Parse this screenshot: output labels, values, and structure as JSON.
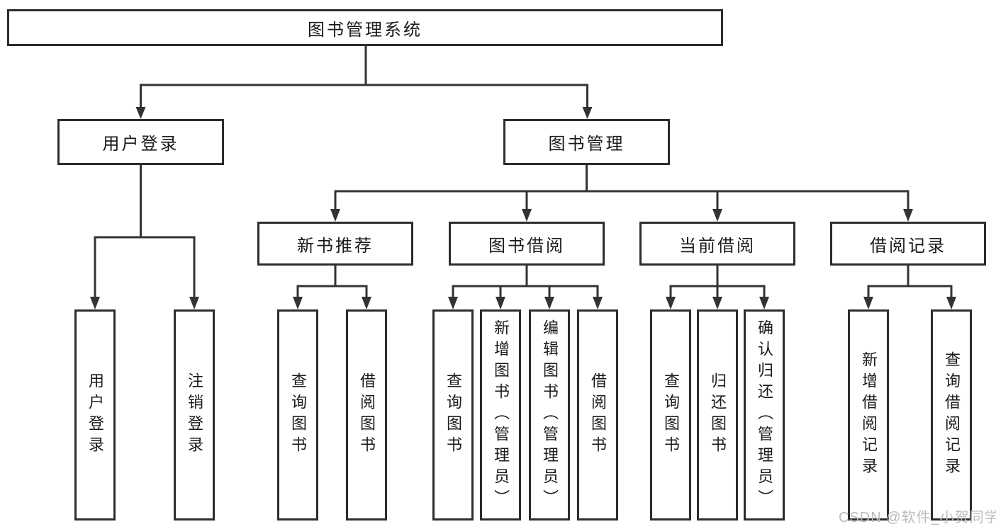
{
  "colors": {
    "line": "#333333",
    "border": "#2d2d2d",
    "text": "#1a1a1a",
    "background": "#ffffff",
    "watermark": "#bcbcbc"
  },
  "tree": {
    "label": "图书管理系统",
    "children": [
      {
        "label": "用户登录",
        "children": [
          {
            "label": "用户登录"
          },
          {
            "label": "注销登录"
          }
        ]
      },
      {
        "label": "图书管理",
        "children": [
          {
            "label": "新书推荐",
            "children": [
              {
                "label": "查询图书"
              },
              {
                "label": "借阅图书"
              }
            ]
          },
          {
            "label": "图书借阅",
            "children": [
              {
                "label": "查询图书"
              },
              {
                "label": "新增图书（管理员）"
              },
              {
                "label": "编辑图书（管理员）"
              },
              {
                "label": "借阅图书"
              }
            ]
          },
          {
            "label": "当前借阅",
            "children": [
              {
                "label": "查询图书"
              },
              {
                "label": "归还图书"
              },
              {
                "label": "确认归还（管理员）"
              }
            ]
          },
          {
            "label": "借阅记录",
            "children": [
              {
                "label": "新增借阅记录"
              },
              {
                "label": "查询借阅记录"
              }
            ]
          }
        ]
      }
    ]
  },
  "watermark": {
    "text": "CSDN @软件_小贺同学"
  }
}
